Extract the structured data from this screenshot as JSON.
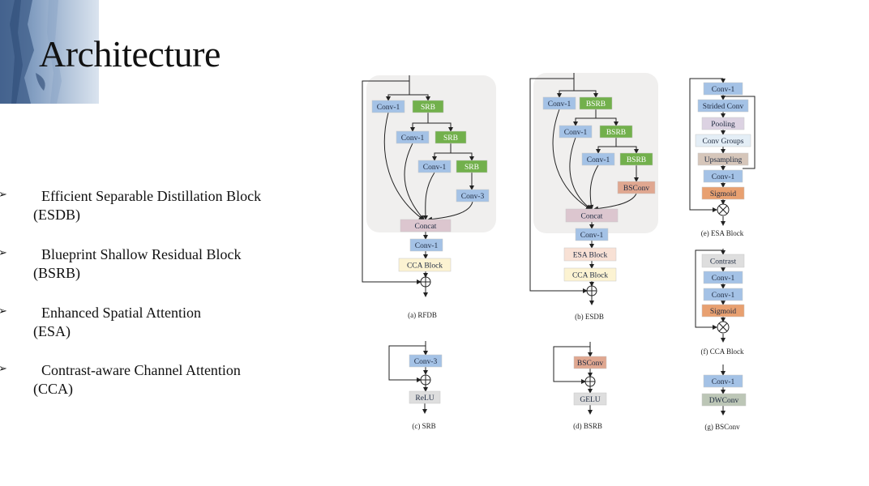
{
  "slide": {
    "title": "Architecture",
    "bullet_glyph": "➢",
    "bullets": [
      {
        "line1": "Efficient Separable Distillation Block",
        "line2": "(ESDB)"
      },
      {
        "line1": "Blueprint Shallow Residual Block",
        "line2": "(BSRB)"
      },
      {
        "line1": "Enhanced Spatial Attention",
        "line2": " (ESA)"
      },
      {
        "line1": "Contrast-aware Channel Attention",
        "line2": "(CCA)"
      }
    ]
  },
  "colors": {
    "conv": "#a4c2e6",
    "srb": "#72b04c",
    "concat": "#dcc6cf",
    "cca": "#fcf3d2",
    "esa": "#f8e1d5",
    "bsconv": "#e0a790",
    "sigmoid": "#e8a070",
    "pooling": "#dcd2e2",
    "convgroups": "#e4eef6",
    "upsampling": "#d6c6ba",
    "gray": "#dedede",
    "dwconv": "#bcc6b6",
    "panel": "#f0efee"
  },
  "diagram": {
    "blocks": [
      {
        "id": "rfdb-c1",
        "label": "Conv-1",
        "color": "conv"
      },
      {
        "id": "rfdb-srb1",
        "label": "SRB",
        "color": "srb"
      },
      {
        "id": "rfdb-c2",
        "label": "Conv-1",
        "color": "conv"
      },
      {
        "id": "rfdb-srb2",
        "label": "SRB",
        "color": "srb"
      },
      {
        "id": "rfdb-c3",
        "label": "Conv-1",
        "color": "conv"
      },
      {
        "id": "rfdb-srb3",
        "label": "SRB",
        "color": "srb"
      },
      {
        "id": "rfdb-c4",
        "label": "Conv-3",
        "color": "conv"
      },
      {
        "id": "rfdb-concat",
        "label": "Concat",
        "color": "concat"
      },
      {
        "id": "rfdb-c5",
        "label": "Conv-1",
        "color": "conv"
      },
      {
        "id": "rfdb-cca",
        "label": "CCA Block",
        "color": "cca"
      },
      {
        "id": "esdb-c1",
        "label": "Conv-1",
        "color": "conv"
      },
      {
        "id": "esdb-b1",
        "label": "BSRB",
        "color": "srb"
      },
      {
        "id": "esdb-c2",
        "label": "Conv-1",
        "color": "conv"
      },
      {
        "id": "esdb-b2",
        "label": "BSRB",
        "color": "srb"
      },
      {
        "id": "esdb-c3",
        "label": "Conv-1",
        "color": "conv"
      },
      {
        "id": "esdb-b3",
        "label": "BSRB",
        "color": "srb"
      },
      {
        "id": "esdb-bs",
        "label": "BSConv",
        "color": "bsconv"
      },
      {
        "id": "esdb-concat",
        "label": "Concat",
        "color": "concat"
      },
      {
        "id": "esdb-c4",
        "label": "Conv-1",
        "color": "conv"
      },
      {
        "id": "esdb-esa",
        "label": "ESA Block",
        "color": "esa"
      },
      {
        "id": "esdb-cca",
        "label": "CCA Block",
        "color": "cca"
      },
      {
        "id": "esa-c1",
        "label": "Conv-1",
        "color": "conv"
      },
      {
        "id": "esa-strided",
        "label": "Strided Conv",
        "color": "conv"
      },
      {
        "id": "esa-pool",
        "label": "Pooling",
        "color": "pooling"
      },
      {
        "id": "esa-groups",
        "label": "Conv Groups",
        "color": "convgroups"
      },
      {
        "id": "esa-up",
        "label": "Upsampling",
        "color": "upsampling"
      },
      {
        "id": "esa-c2",
        "label": "Conv-1",
        "color": "conv"
      },
      {
        "id": "esa-sig",
        "label": "Sigmoid",
        "color": "sigmoid"
      },
      {
        "id": "cca-contrast",
        "label": "Contrast",
        "color": "gray"
      },
      {
        "id": "cca-c1",
        "label": "Conv-1",
        "color": "conv"
      },
      {
        "id": "cca-c2",
        "label": "Conv-1",
        "color": "conv"
      },
      {
        "id": "cca-sig",
        "label": "Sigmoid",
        "color": "sigmoid"
      },
      {
        "id": "srb-c3",
        "label": "Conv-3",
        "color": "conv"
      },
      {
        "id": "srb-relu",
        "label": "ReLU",
        "color": "gray"
      },
      {
        "id": "bsrb-bs",
        "label": "BSConv",
        "color": "bsconv"
      },
      {
        "id": "bsrb-gelu",
        "label": "GELU",
        "color": "gray"
      },
      {
        "id": "bsc-c1",
        "label": "Conv-1",
        "color": "conv"
      },
      {
        "id": "bsc-dw",
        "label": "DWConv",
        "color": "dwconv"
      }
    ],
    "captions": [
      {
        "id": "cap-a",
        "text": "(a) RFDB"
      },
      {
        "id": "cap-b",
        "text": "(b) ESDB"
      },
      {
        "id": "cap-e",
        "text": "(e) ESA Block"
      },
      {
        "id": "cap-f",
        "text": "(f) CCA Block"
      },
      {
        "id": "cap-c",
        "text": "(c) SRB"
      },
      {
        "id": "cap-d",
        "text": "(d) BSRB"
      },
      {
        "id": "cap-g",
        "text": "(g) BSConv"
      }
    ]
  }
}
